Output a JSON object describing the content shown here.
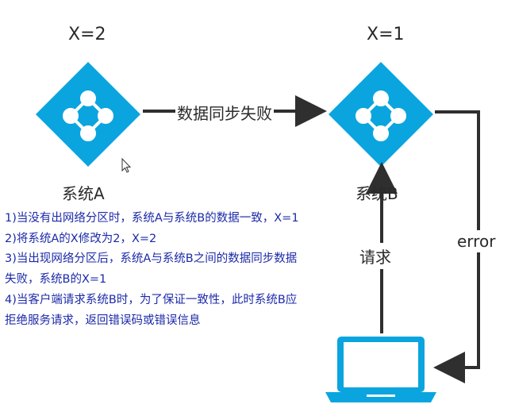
{
  "node_a": {
    "value_label": "X=2",
    "name": "系统A"
  },
  "node_b": {
    "value_label": "X=1",
    "name": "系统B"
  },
  "edges": {
    "sync_failed": "数据同步失败",
    "request": "请求",
    "error": "error"
  },
  "notes": [
    "1)当没有出网络分区时，系统A与系统B的数据一致，X=1",
    "2)将系统A的X修改为2，X=2",
    "3)当出现网络分区后，系统A与系统B之间的数据同步数据",
    "失败，系统B的X=1",
    "4)当客户端请求系统B时，为了保证一致性，此时系统B应",
    "拒绝服务请求，返回错误码或错误信息"
  ],
  "colors": {
    "node_fill": "#0aa5df",
    "arrow": "#2f2f2f",
    "note_text": "#1c2aa8"
  },
  "icons": [
    "network-node-icon",
    "laptop-icon",
    "mouse-cursor-icon"
  ]
}
